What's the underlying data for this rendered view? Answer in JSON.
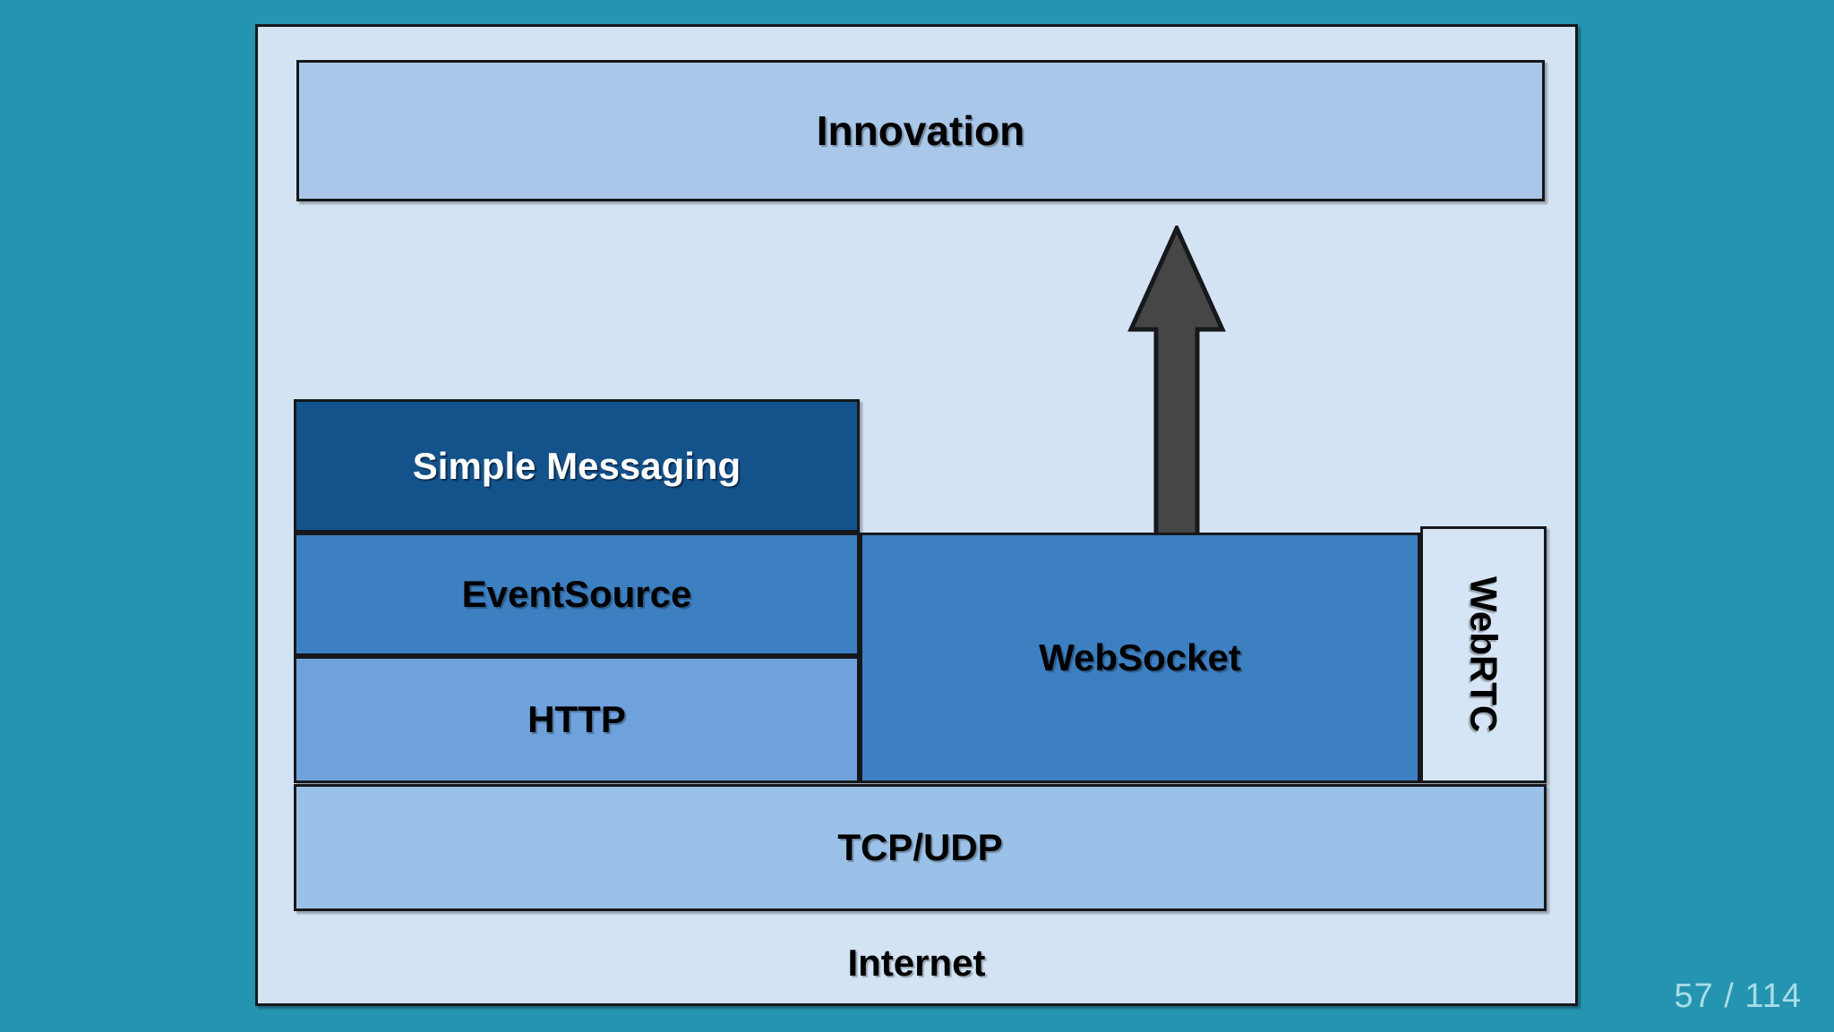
{
  "slide": {
    "background_color": "#2494b0",
    "panel_background_color": "#d3e3f3",
    "border_color": "#16181c"
  },
  "diagram": {
    "title": "Innovation",
    "container_label": "Internet",
    "arrow": {
      "name": "innovation-arrow",
      "direction": "up",
      "color": "#464646",
      "outline_color": "#16181c",
      "from": "Simple Messaging",
      "to": "Innovation"
    },
    "boxes": [
      {
        "id": "innovation",
        "label": "Innovation",
        "fill": "#a9c7e8",
        "text_color": "#000000",
        "orientation": "horizontal"
      },
      {
        "id": "simple-messaging",
        "label": "Simple Messaging",
        "fill": "#14528c",
        "text_color": "#ffffff",
        "orientation": "horizontal"
      },
      {
        "id": "eventsource",
        "label": "EventSource",
        "fill": "#3d80c2",
        "text_color": "#000000",
        "orientation": "horizontal"
      },
      {
        "id": "http",
        "label": "HTTP",
        "fill": "#6fa2dd",
        "text_color": "#000000",
        "orientation": "horizontal"
      },
      {
        "id": "websocket",
        "label": "WebSocket",
        "fill": "#3d80c2",
        "text_color": "#000000",
        "orientation": "horizontal"
      },
      {
        "id": "webrtc",
        "label": "WebRTC",
        "fill": "#d6e5f5",
        "text_color": "#000000",
        "orientation": "vertical"
      },
      {
        "id": "tcpudp",
        "label": "TCP/UDP",
        "fill": "#9bc1e8",
        "text_color": "#000000",
        "orientation": "horizontal"
      }
    ]
  },
  "footer": {
    "page_counter": "57 / 114",
    "page_counter_color": "#a9dce8",
    "current_page": 57,
    "total_pages": 114
  }
}
